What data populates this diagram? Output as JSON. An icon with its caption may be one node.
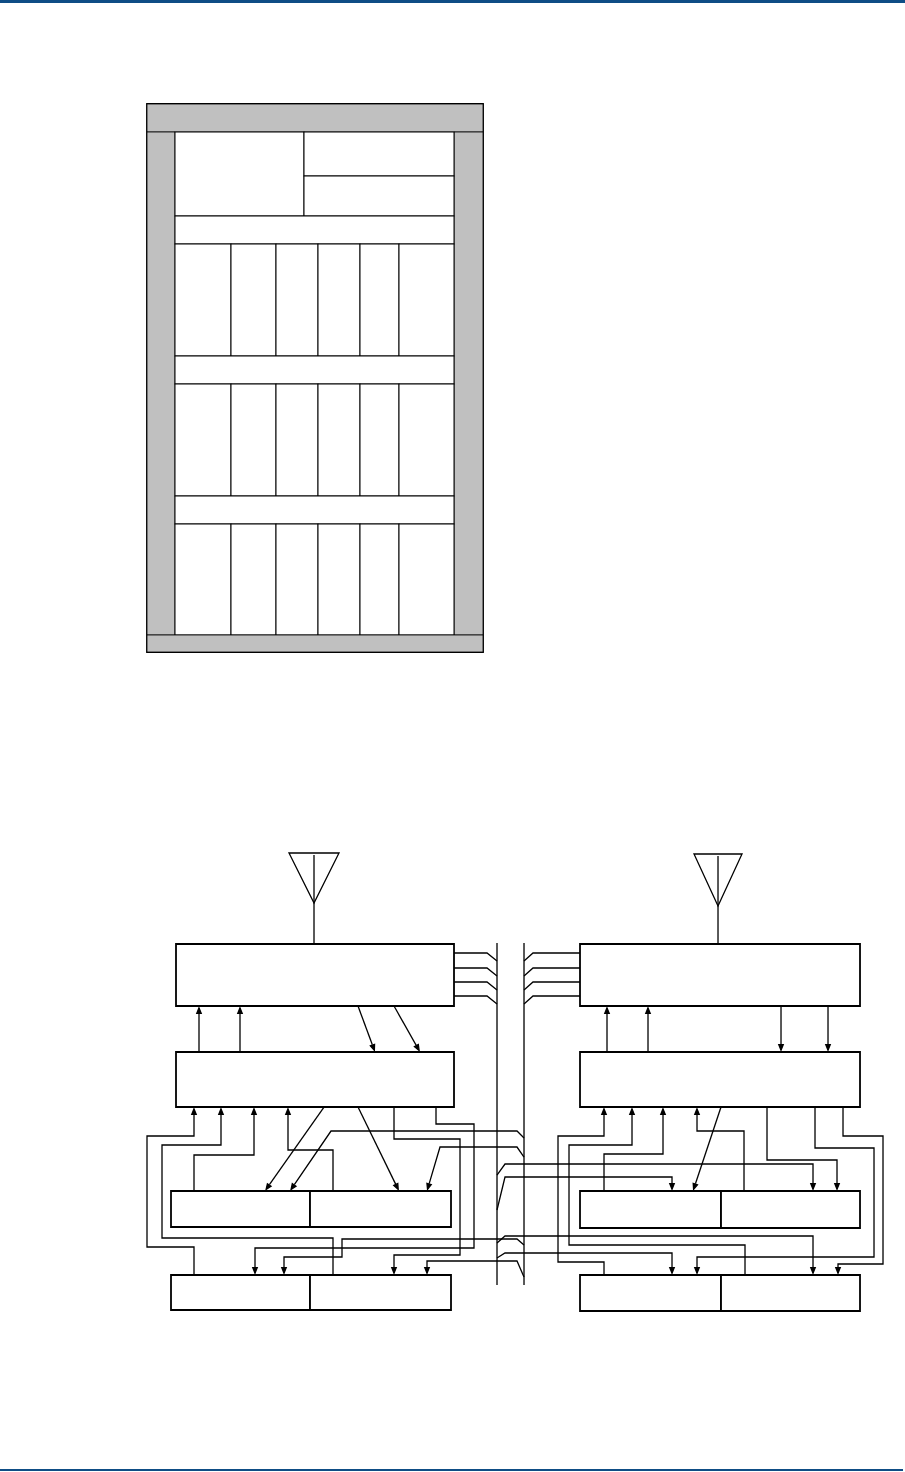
{
  "diagram": {
    "nodes": [
      {
        "text": [],
        "shape": "box"
      },
      {
        "text": [],
        "shape": "bar",
        "in": 0
      },
      {
        "text": [],
        "shape": "bar",
        "in": 0
      },
      {
        "text": [],
        "shape": "bar",
        "in": 0
      },
      {
        "text": [],
        "shape": "box",
        "in": 0
      },
      {
        "text": [],
        "shape": "box",
        "in": 0
      },
      {
        "text": [],
        "shape": "box",
        "in": 0
      },
      {
        "text": [],
        "shape": "box",
        "in": 0
      },
      {
        "text": [],
        "shape": "box",
        "in": 0
      },
      {
        "text": [],
        "shape": "box",
        "in": 0
      },
      {
        "text": [],
        "shape": "box",
        "in": 0
      },
      {
        "text": [],
        "shape": "box",
        "in": 0
      },
      {
        "text": [],
        "shape": "box",
        "in": 0
      },
      {
        "text": [],
        "shape": "box",
        "in": 0
      },
      {
        "text": [],
        "shape": "box",
        "in": 0
      },
      {
        "text": [],
        "shape": "box",
        "in": 0
      },
      {
        "text": [],
        "shape": "box",
        "in": 0
      },
      {
        "text": [],
        "shape": "box",
        "in": 0
      },
      {
        "text": [],
        "shape": "box",
        "in": 0
      },
      {
        "text": [],
        "shape": "box",
        "in": 0
      },
      {
        "text": [],
        "shape": "box",
        "in": 0
      },
      {
        "text": [],
        "shape": "box",
        "in": 0
      },
      {
        "text": [],
        "shape": "box",
        "in": 0
      },
      {
        "text": [],
        "shape": "box",
        "in": 0
      },
      {
        "text": [],
        "shape": "box",
        "in": 0
      },
      {
        "text": [],
        "shape": "box",
        "in": 0
      },
      {
        "text": [],
        "shape": "box",
        "in": 0
      },
      {
        "text": [],
        "shape": "box",
        "in": 0
      },
      {
        "text": [],
        "shape": "bar",
        "in": 0
      },
      {
        "text": [],
        "shape": "antenna"
      },
      {
        "text": [],
        "shape": "antenna"
      },
      {
        "text": [],
        "shape": "box"
      },
      {
        "text": [],
        "shape": "line"
      },
      {
        "text": [],
        "shape": "line"
      },
      {
        "text": [],
        "shape": "box"
      },
      {
        "text": [],
        "shape": "box"
      },
      {
        "text": [],
        "shape": "box"
      },
      {
        "text": [],
        "shape": "box"
      },
      {
        "text": [],
        "shape": "box"
      },
      {
        "text": [],
        "shape": "box"
      },
      {
        "text": [],
        "shape": "box"
      },
      {
        "text": [],
        "shape": "box"
      },
      {
        "text": [],
        "shape": "box"
      },
      {
        "text": [],
        "shape": "box"
      },
      {
        "text": [],
        "shape": "box"
      }
    ],
    "edges": [
      {
        "from": 29,
        "to": 31,
        "arrow": "none"
      },
      {
        "from": 31,
        "to": 32,
        "arrow": "none"
      },
      {
        "from": 31,
        "to": 32,
        "arrow": "none"
      },
      {
        "from": 31,
        "to": 32,
        "arrow": "none"
      },
      {
        "from": 31,
        "to": 32,
        "arrow": "none"
      },
      {
        "from": 35,
        "to": 31,
        "arrow": "to"
      },
      {
        "from": 35,
        "to": 31,
        "arrow": "to"
      },
      {
        "from": 31,
        "to": 35,
        "arrow": "to"
      },
      {
        "from": 31,
        "to": 35,
        "arrow": "to"
      },
      {
        "from": 41,
        "to": 35,
        "arrow": "to"
      },
      {
        "from": 42,
        "to": 35,
        "arrow": "to"
      },
      {
        "from": 37,
        "to": 35,
        "arrow": "to"
      },
      {
        "from": 38,
        "to": 35,
        "arrow": "to"
      },
      {
        "from": 35,
        "to": 37,
        "arrow": "to"
      },
      {
        "from": 35,
        "to": 38,
        "arrow": "to"
      },
      {
        "from": 35,
        "to": 42,
        "arrow": "to"
      },
      {
        "from": 35,
        "to": 41,
        "arrow": "to"
      },
      {
        "from": 33,
        "to": 37,
        "arrow": "to"
      },
      {
        "from": 33,
        "to": 38,
        "arrow": "to"
      },
      {
        "from": 33,
        "to": 41,
        "arrow": "to"
      },
      {
        "from": 33,
        "to": 42,
        "arrow": "to"
      },
      {
        "from": 30,
        "to": 34,
        "arrow": "none"
      },
      {
        "from": 34,
        "to": 33,
        "arrow": "none"
      },
      {
        "from": 34,
        "to": 33,
        "arrow": "none"
      },
      {
        "from": 34,
        "to": 33,
        "arrow": "none"
      },
      {
        "from": 34,
        "to": 33,
        "arrow": "none"
      },
      {
        "from": 36,
        "to": 34,
        "arrow": "to"
      },
      {
        "from": 36,
        "to": 34,
        "arrow": "to"
      },
      {
        "from": 34,
        "to": 36,
        "arrow": "to"
      },
      {
        "from": 34,
        "to": 36,
        "arrow": "to"
      },
      {
        "from": 43,
        "to": 36,
        "arrow": "to"
      },
      {
        "from": 44,
        "to": 36,
        "arrow": "to"
      },
      {
        "from": 39,
        "to": 36,
        "arrow": "to"
      },
      {
        "from": 40,
        "to": 36,
        "arrow": "to"
      },
      {
        "from": 36,
        "to": 39,
        "arrow": "to"
      },
      {
        "from": 36,
        "to": 40,
        "arrow": "to"
      },
      {
        "from": 36,
        "to": 43,
        "arrow": "to"
      },
      {
        "from": 36,
        "to": 44,
        "arrow": "to"
      },
      {
        "from": 32,
        "to": 40,
        "arrow": "to"
      },
      {
        "from": 32,
        "to": 39,
        "arrow": "to"
      },
      {
        "from": 32,
        "to": 44,
        "arrow": "to"
      },
      {
        "from": 32,
        "to": 43,
        "arrow": "to"
      }
    ]
  }
}
